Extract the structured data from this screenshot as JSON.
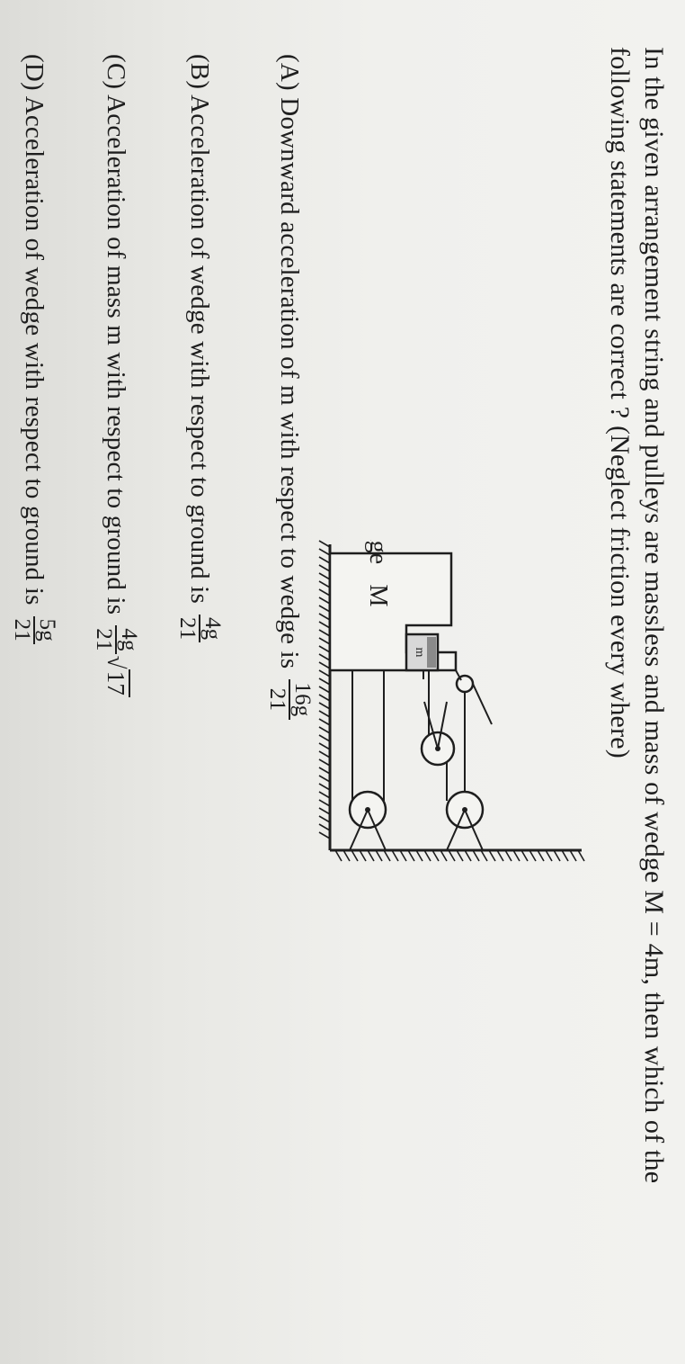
{
  "question": {
    "line1": "In the given arrangement string and pulleys are massless and mass of wedge M = 4m, then which of the",
    "line2": "following statements are correct ? (Neglect friction every where)"
  },
  "diagram": {
    "wedge_label": "Wedge",
    "wedge_mass_label": "M",
    "block_label": "m"
  },
  "options": [
    {
      "text": "(A) Downward acceleration of m with respect to wedge is",
      "num": "16g",
      "den": "21",
      "radicand": ""
    },
    {
      "text": "(B) Acceleration of wedge with respect to ground is",
      "num": "4g",
      "den": "21",
      "radicand": ""
    },
    {
      "text": "(C) Acceleration of mass m with respect to ground is",
      "num": "4g",
      "den": "21",
      "radicand": "17"
    },
    {
      "text": "(D) Acceleration of wedge with respect to ground is",
      "num": "5g",
      "den": "21",
      "radicand": ""
    }
  ]
}
